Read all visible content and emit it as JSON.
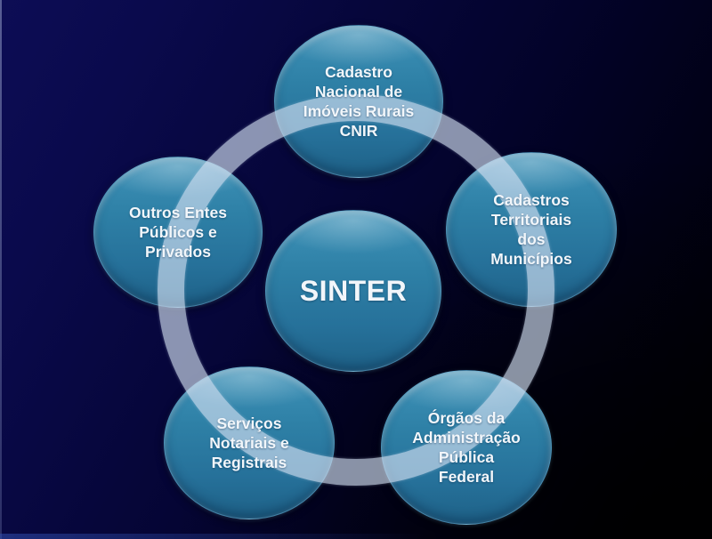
{
  "diagram": {
    "type": "cycle",
    "center_node": {
      "id": "sinter",
      "label": "SINTER"
    },
    "nodes": [
      {
        "id": "cnir",
        "position": "top",
        "label": "Cadastro\nNacional de\nImóveis Rurais\nCNIR"
      },
      {
        "id": "cadastros-territoriais-municipios",
        "position": "right",
        "label": "Cadastros\nTerritoriais\ndos\nMunicípios"
      },
      {
        "id": "orgaos-administracao-publica-federal",
        "position": "bottom-right",
        "label": "Órgãos da\nAdministração\nPública\nFederal"
      },
      {
        "id": "servicos-notariais-registrais",
        "position": "bottom-left",
        "label": "Serviços\nNotariais e\nRegistrais"
      },
      {
        "id": "outros-entes-publicos-privados",
        "position": "left",
        "label": "Outros Entes\nPúblicos e\nPrivados"
      }
    ],
    "colors": {
      "node_fill_top": "#3f93b9",
      "node_fill_bottom": "#1e6187",
      "node_text": "#f2f6fa",
      "ring": "#d0ddf0",
      "background_top_left": "#0d0d55",
      "background_bottom_right": "#000003"
    }
  }
}
